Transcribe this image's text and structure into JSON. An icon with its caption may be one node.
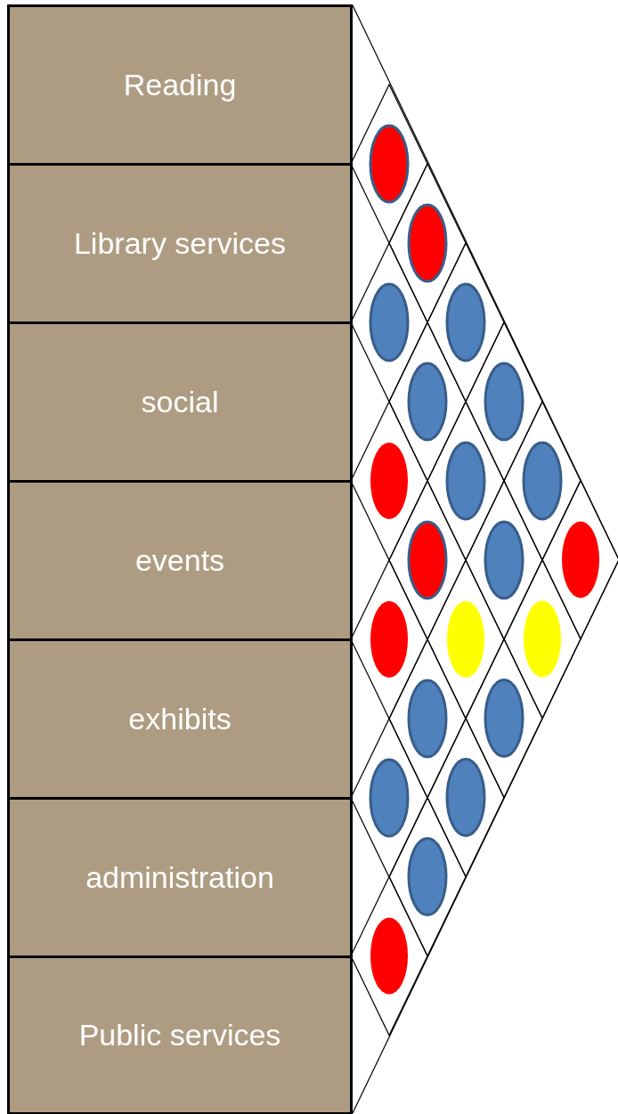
{
  "diagram": {
    "nodes": [
      {
        "text": [
          "Reading"
        ]
      },
      {
        "text": [
          "Library services"
        ]
      },
      {
        "text": [
          "social"
        ]
      },
      {
        "text": [
          "events"
        ]
      },
      {
        "text": [
          "exhibits"
        ]
      },
      {
        "text": [
          "administration"
        ]
      },
      {
        "text": [
          "Public services"
        ]
      }
    ]
  }
}
